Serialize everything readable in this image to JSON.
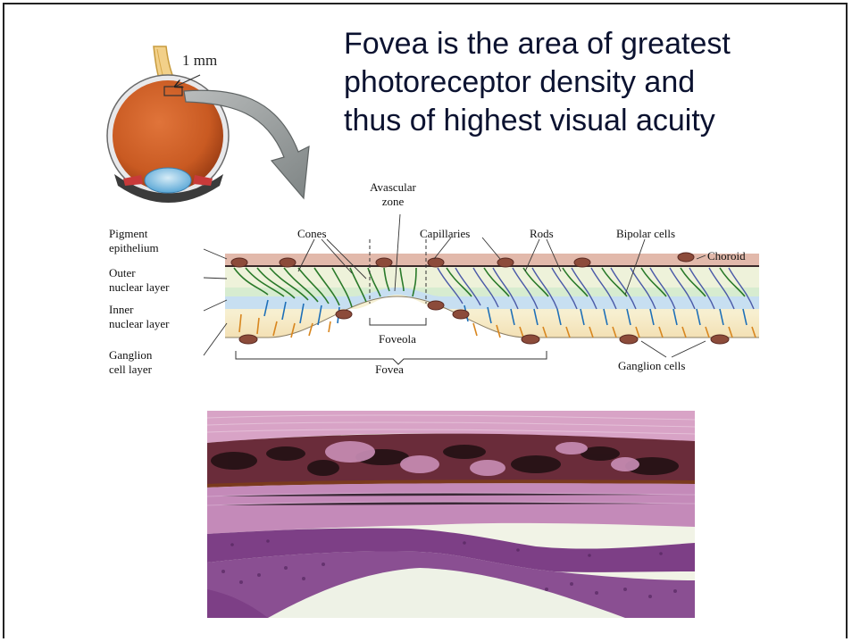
{
  "headline": {
    "line1": "Fovea is the area of greatest",
    "line2": "photoreceptor density and",
    "line3": "thus of highest visual acuity"
  },
  "eyeball": {
    "scale_label": "1 mm"
  },
  "diagram": {
    "top_labels": {
      "avascular_line1": "Avascular",
      "avascular_line2": "zone",
      "cones": "Cones",
      "capillaries": "Capillaries",
      "rods": "Rods",
      "bipolar_cells": "Bipolar cells",
      "choroid": "Choroid"
    },
    "left_labels": {
      "pigment_line1": "Pigment",
      "pigment_line2": "epithelium",
      "outer_line1": "Outer",
      "outer_line2": "nuclear layer",
      "inner_line1": "Inner",
      "inner_line2": "nuclear layer",
      "ganglion_line1": "Ganglion",
      "ganglion_line2": "cell layer"
    },
    "bottom_labels": {
      "foveola": "Foveola",
      "fovea": "Fovea",
      "ganglion_cells": "Ganglion cells"
    }
  }
}
